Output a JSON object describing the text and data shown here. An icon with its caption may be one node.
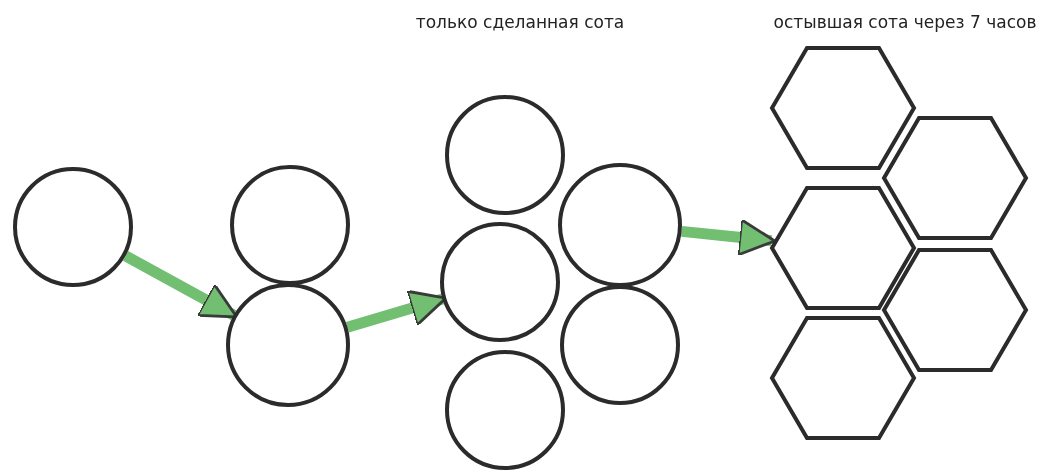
{
  "diagram": {
    "nodes": [
      {
        "text": [],
        "shape": "circle"
      },
      {
        "text": [],
        "shape": "circle"
      },
      {
        "text": [],
        "shape": "circle"
      },
      {
        "text": [],
        "shape": "circle"
      },
      {
        "text": [],
        "shape": "circle"
      },
      {
        "text": [],
        "shape": "circle"
      },
      {
        "text": [],
        "shape": "circle"
      },
      {
        "text": [],
        "shape": "circle"
      },
      {
        "text": [],
        "shape": "hexagon"
      },
      {
        "text": [],
        "shape": "hexagon"
      },
      {
        "text": [],
        "shape": "hexagon"
      },
      {
        "text": [],
        "shape": "hexagon"
      },
      {
        "text": [],
        "shape": "hexagon"
      }
    ],
    "edges": [
      {
        "from": 0,
        "to": 2,
        "arrow": "to"
      },
      {
        "from": 2,
        "to": 5,
        "arrow": "to"
      },
      {
        "from": 4,
        "to": 10,
        "arrow": "to"
      }
    ],
    "labels": [
      "только сделанная сота",
      "остывшая сота через 7 часов"
    ]
  }
}
